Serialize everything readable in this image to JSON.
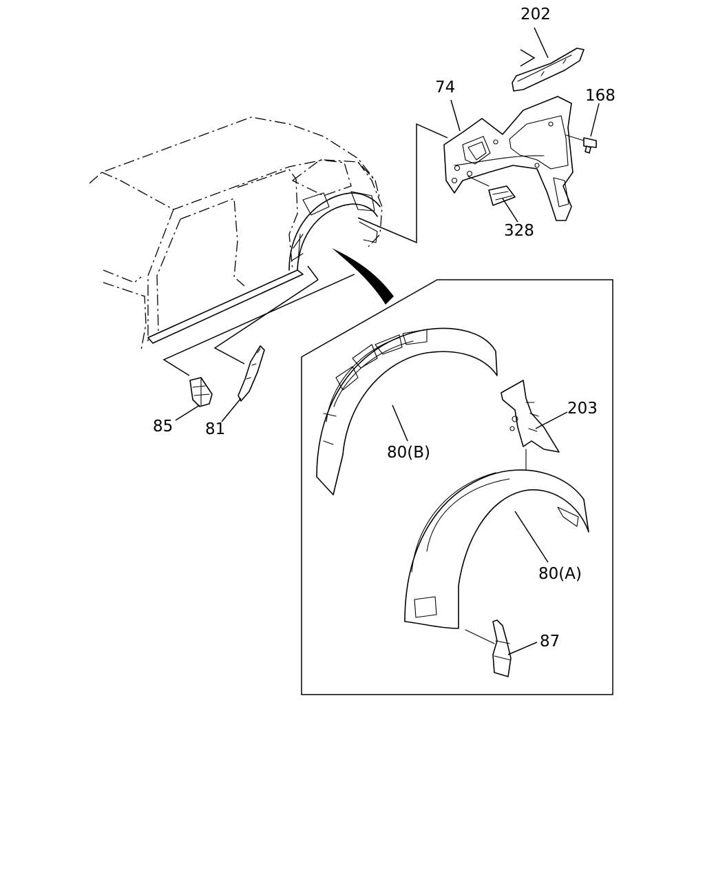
{
  "diagram": {
    "labels": {
      "p202": "202",
      "p74": "74",
      "p168": "168",
      "p328": "328",
      "p203": "203",
      "p80b": "80(B)",
      "p80a": "80(A)",
      "p85": "85",
      "p81": "81",
      "p87": "87"
    },
    "colors": {
      "ink": "#000000",
      "paper": "#ffffff"
    }
  }
}
